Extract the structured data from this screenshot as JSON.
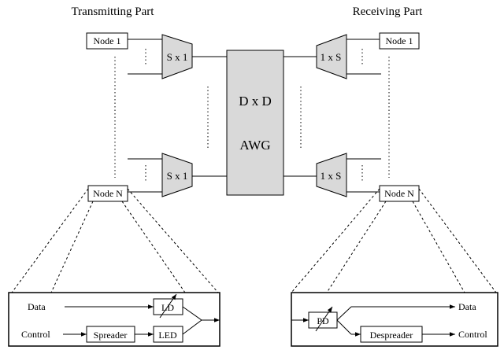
{
  "headers": {
    "transmitting": "Transmitting Part",
    "receiving": "Receiving Part"
  },
  "nodes": {
    "tx_first": "Node 1",
    "tx_last": "Node N",
    "rx_first": "Node 1",
    "rx_last": "Node N"
  },
  "couplers": {
    "tx_top": "S x 1",
    "tx_bottom": "S x 1",
    "rx_top": "1 x S",
    "rx_bottom": "1 x S"
  },
  "awg": {
    "line1": "D x D",
    "line2": "AWG"
  },
  "transmitter_detail": {
    "data_label": "Data",
    "control_label": "Control",
    "spreader": "Spreader",
    "ld": "LD",
    "led": "LED"
  },
  "receiver_detail": {
    "pd": "PD",
    "despreader": "Despreader",
    "data_label": "Data",
    "control_label": "Control"
  }
}
